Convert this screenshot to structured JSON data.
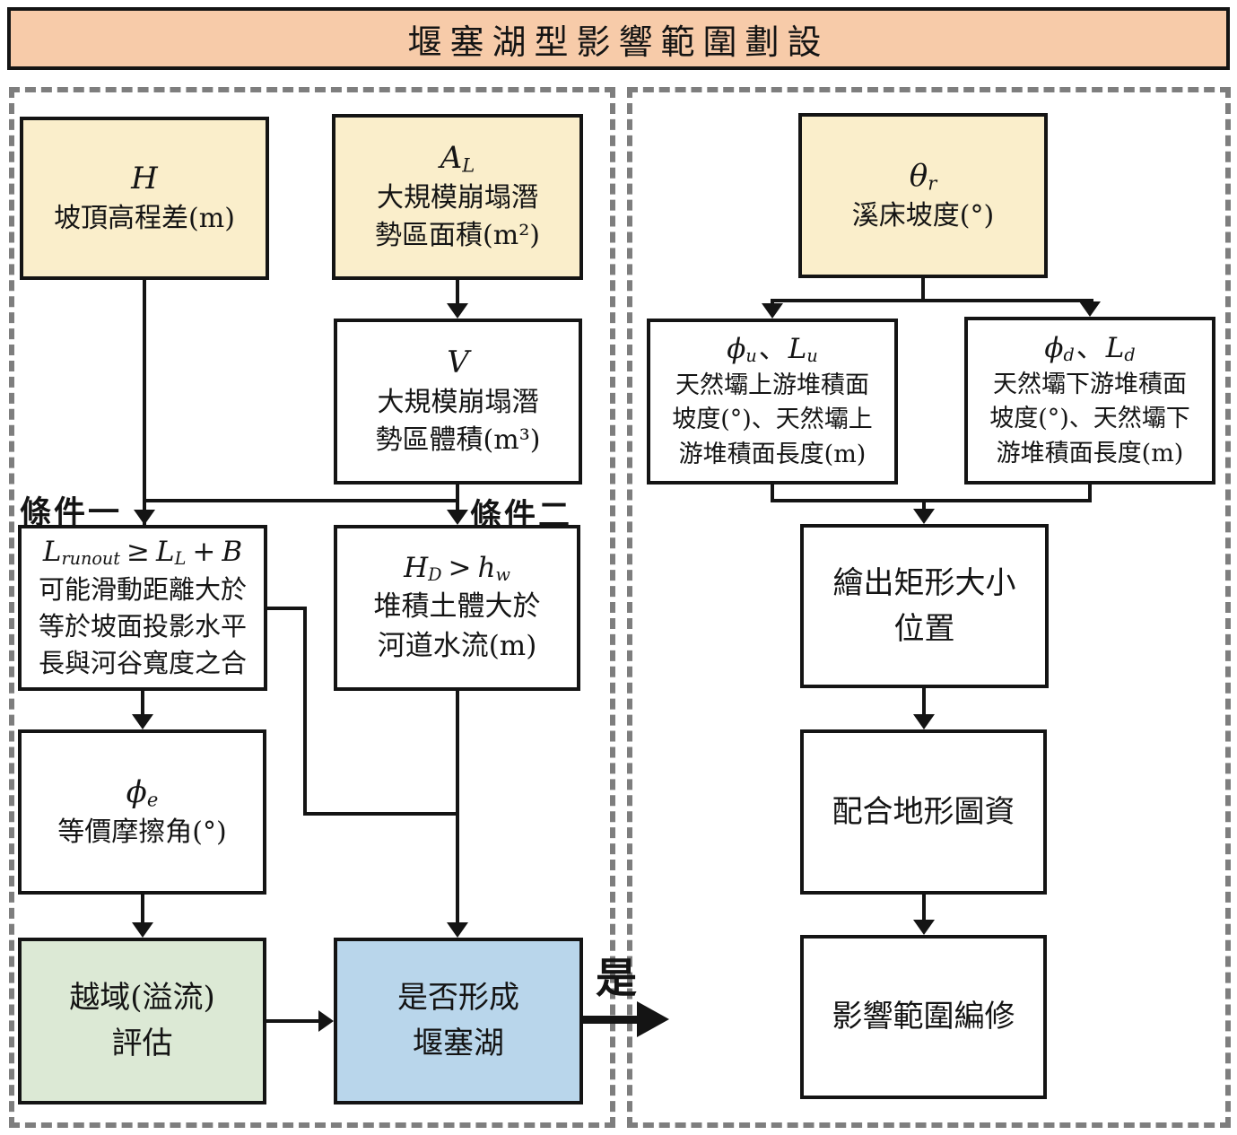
{
  "title": "堰塞湖型影響範圍劃設",
  "colors": {
    "title_fill": "#f7cba9",
    "input_fill": "#faeecb",
    "overflow_fill": "#dce9d5",
    "lake_fill": "#b9d6eb",
    "border": "#141414",
    "dashed": "#7e7e7e"
  },
  "left_panel": {
    "condition1_label": "條件一",
    "condition2_label": "條件二",
    "yes_label": "是",
    "boxes": {
      "h": {
        "sym": "H",
        "lines": [
          "坡頂高程差(m)"
        ]
      },
      "al": {
        "sym": "A",
        "sub": "L",
        "lines": [
          "大規模崩塌潛",
          "勢區面積(m²)"
        ]
      },
      "v": {
        "sym": "V",
        "lines": [
          "大規模崩塌潛",
          "勢區體積(m³)"
        ]
      },
      "cond1": {
        "f": [
          "L",
          "runout",
          "≥",
          "L",
          "L",
          "+",
          "B"
        ],
        "lines": [
          "可能滑動距離大於",
          "等於坡面投影水平",
          "長與河谷寬度之合"
        ]
      },
      "cond2": {
        "f": [
          "H",
          "D",
          ">",
          "h",
          "w"
        ],
        "lines": [
          "堆積土體大於",
          "河道水流(m)"
        ]
      },
      "phie": {
        "sym": "ϕ",
        "sub": "e",
        "lines": [
          "等價摩擦角(°)"
        ]
      },
      "overflow": {
        "lines": [
          "越域(溢流)",
          "評估"
        ]
      },
      "lake": {
        "lines": [
          "是否形成",
          "堰塞湖"
        ]
      }
    }
  },
  "right_panel": {
    "boxes": {
      "theta": {
        "sym": "θ",
        "sub": "r",
        "lines": [
          "溪床坡度(°)"
        ]
      },
      "phiu": {
        "f": [
          "ϕ",
          "u",
          "、",
          "L",
          "u"
        ],
        "lines": [
          "天然壩上游堆積面",
          "坡度(°)、天然壩上",
          "游堆積面長度(m)"
        ]
      },
      "phid": {
        "f": [
          "ϕ",
          "d",
          "、",
          "L",
          "d"
        ],
        "lines": [
          "天然壩下游堆積面",
          "坡度(°)、天然壩下",
          "游堆積面長度(m)"
        ]
      },
      "draw": {
        "lines": [
          "繪出矩形大小",
          "位置"
        ]
      },
      "topo": {
        "lines": [
          "配合地形圖資"
        ]
      },
      "edit": {
        "lines": [
          "影響範圍編修"
        ]
      }
    }
  }
}
